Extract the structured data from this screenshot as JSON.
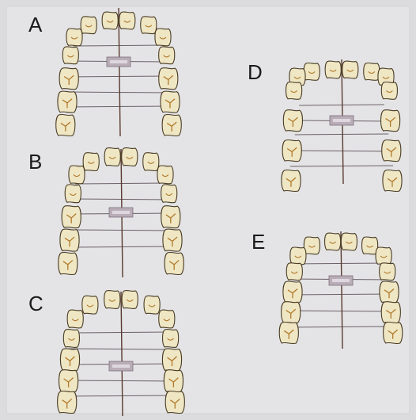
{
  "panels": [
    {
      "id": "A",
      "label": "A"
    },
    {
      "id": "B",
      "label": "B"
    },
    {
      "id": "C",
      "label": "C"
    },
    {
      "id": "D",
      "label": "D"
    },
    {
      "id": "E",
      "label": "E"
    }
  ],
  "colors": {
    "background": "#dcdcde",
    "tooth_fill": "#efe6c4",
    "tooth_outline": "#4a3d26",
    "fissure": "#b07a2a",
    "midline": "#5a3a30",
    "gauge": "#b9aeb8"
  }
}
